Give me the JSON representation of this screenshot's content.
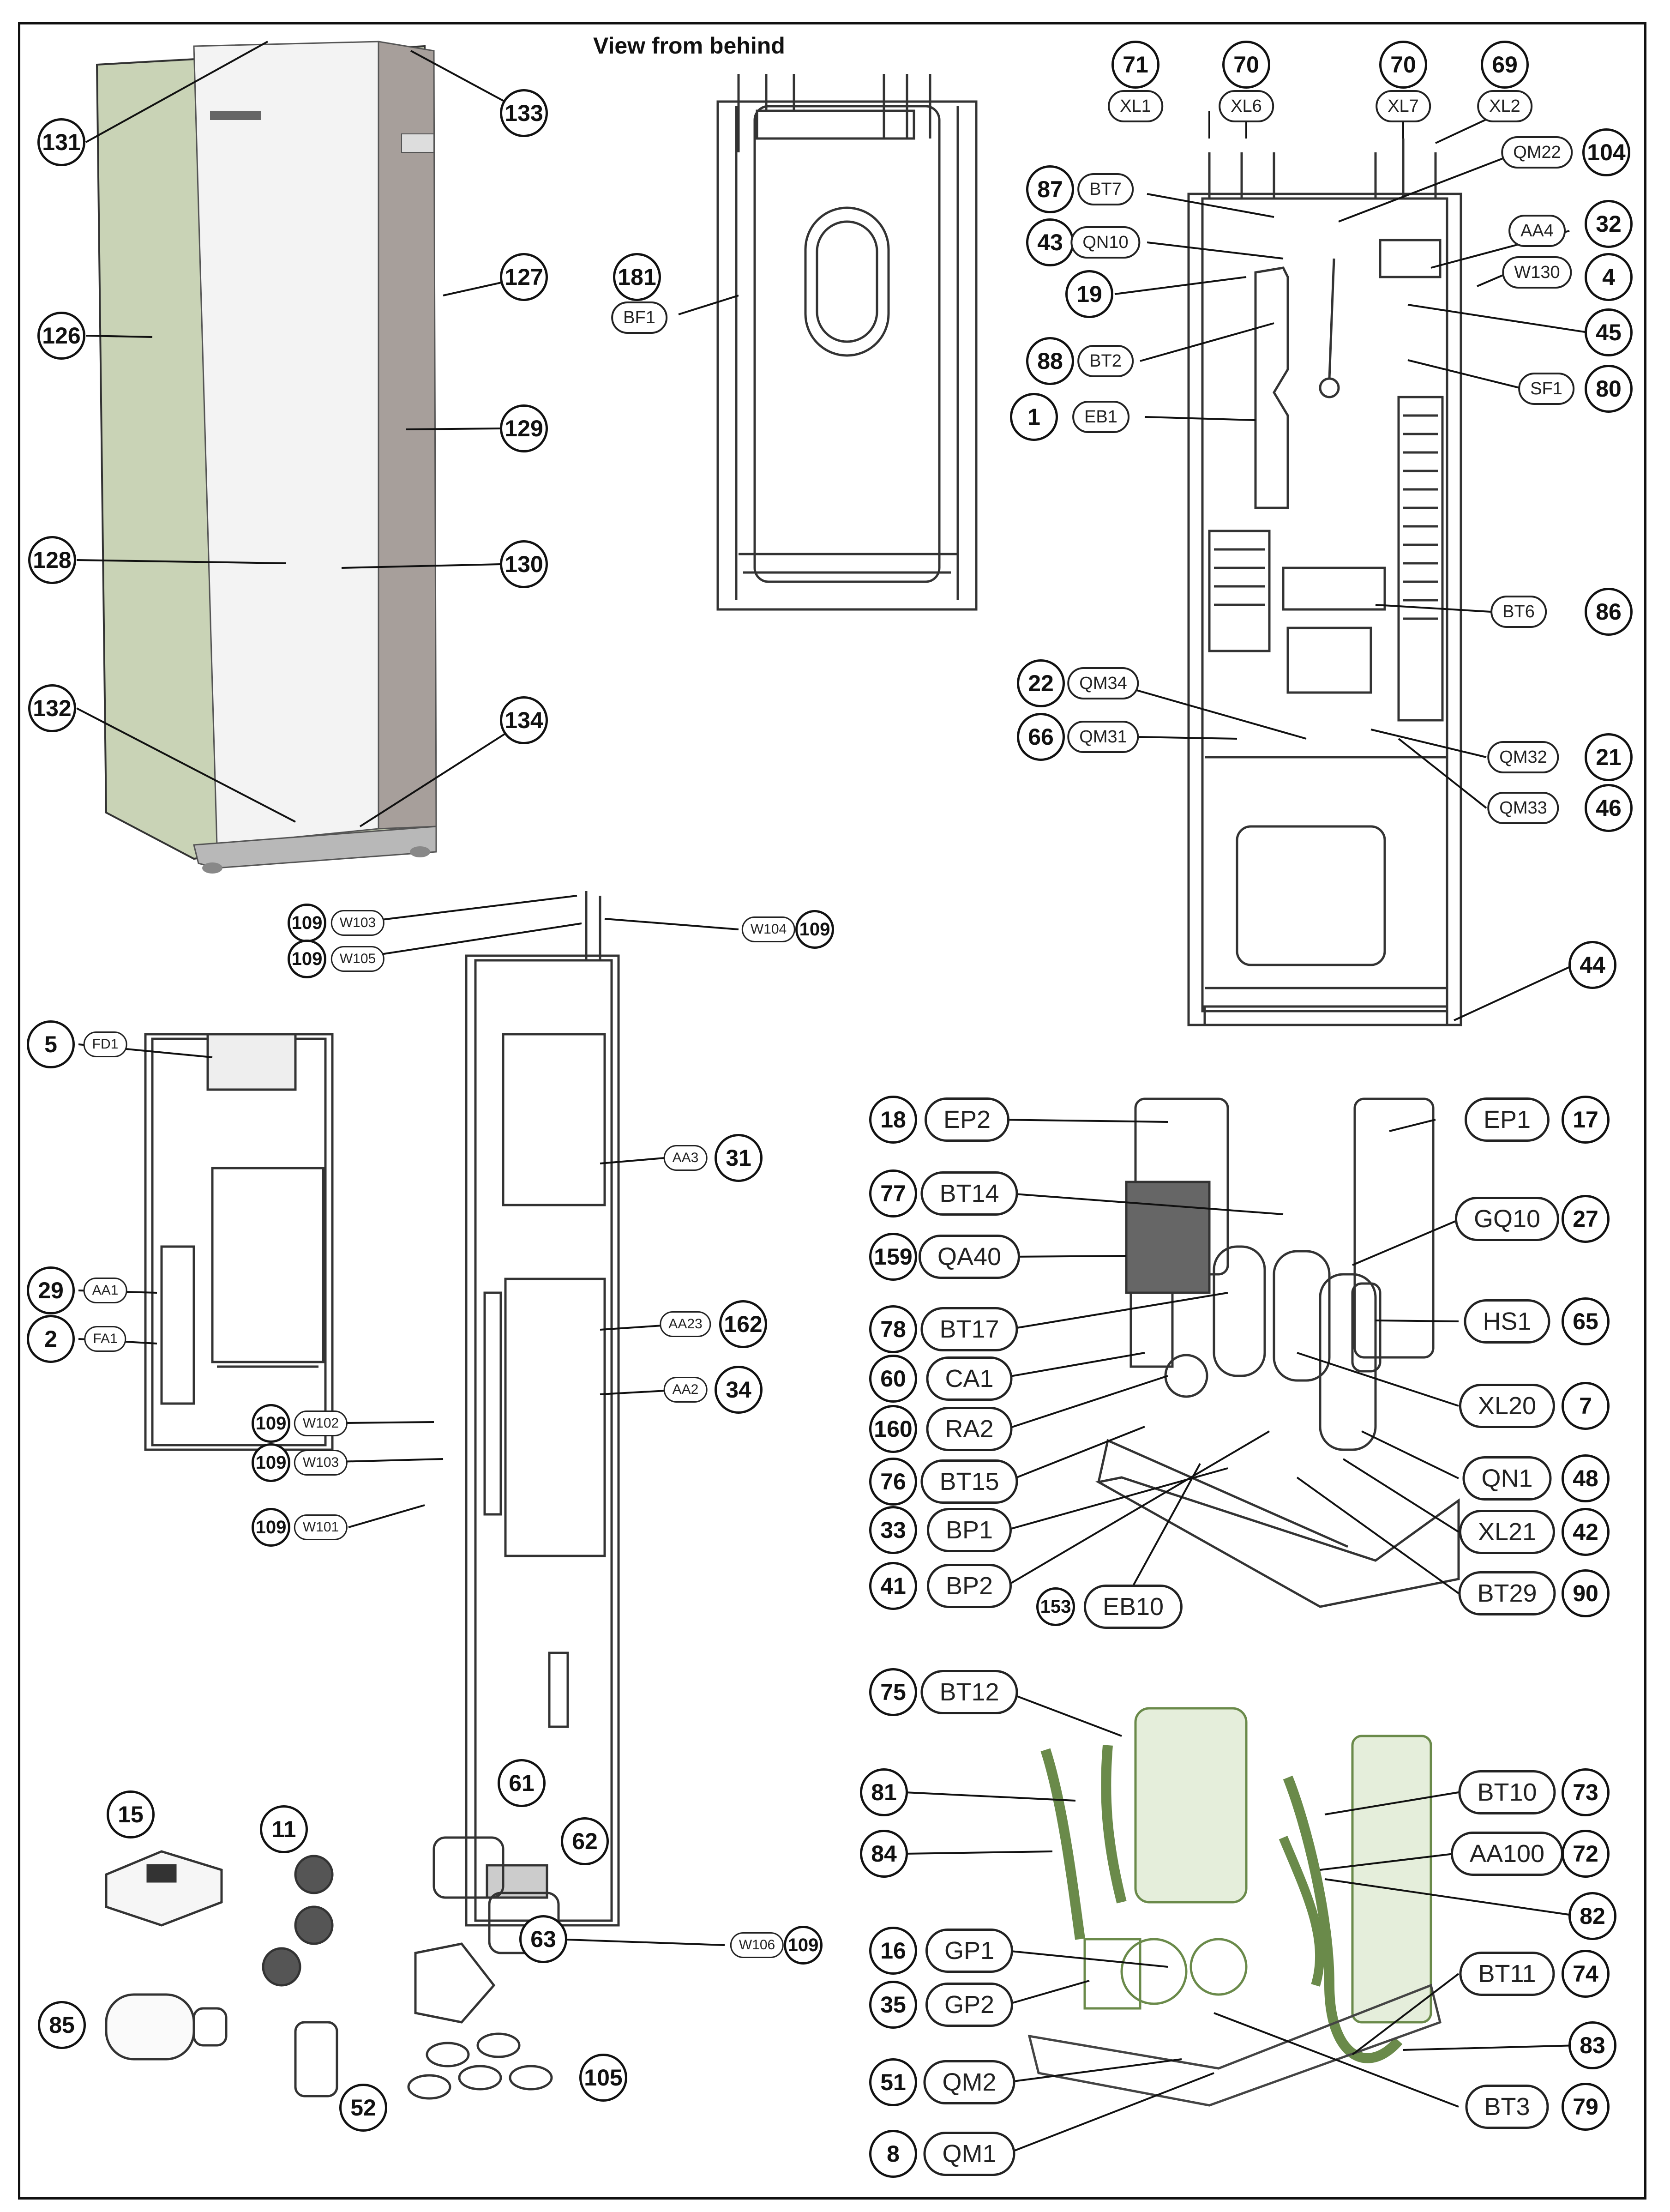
{
  "title": "View from behind",
  "numbers": [
    "131",
    "133",
    "127",
    "126",
    "129",
    "128",
    "130",
    "132",
    "134",
    "181",
    "71",
    "70",
    "70b",
    "69",
    "87",
    "104",
    "43",
    "32",
    "4",
    "19",
    "45",
    "88",
    "80",
    "1",
    "86",
    "22",
    "66",
    "21",
    "46",
    "44",
    "5",
    "29",
    "2",
    "31",
    "162",
    "34",
    "109a",
    "109b",
    "109c",
    "109d",
    "109e",
    "109f",
    "109g",
    "18",
    "17",
    "77",
    "27",
    "159",
    "78",
    "65",
    "60",
    "7",
    "160",
    "48",
    "76",
    "42",
    "33",
    "90",
    "41",
    "153",
    "75",
    "81",
    "73",
    "84",
    "72",
    "82",
    "16",
    "74",
    "35",
    "83",
    "51",
    "79",
    "8",
    "15",
    "11",
    "61",
    "62",
    "63",
    "85",
    "52",
    "105"
  ],
  "numberText": {
    "131": "131",
    "133": "133",
    "127": "127",
    "126": "126",
    "129": "129",
    "128": "128",
    "130": "130",
    "132": "132",
    "134": "134",
    "181": "181",
    "71": "71",
    "70": "70",
    "70b": "70",
    "69": "69",
    "87": "87",
    "104": "104",
    "43": "43",
    "32": "32",
    "4": "4",
    "19": "19",
    "45": "45",
    "88": "88",
    "80": "80",
    "1": "1",
    "86": "86",
    "22": "22",
    "66": "66",
    "21": "21",
    "46": "46",
    "44": "44",
    "5": "5",
    "29": "29",
    "2": "2",
    "31": "31",
    "162": "162",
    "34": "34",
    "109a": "109",
    "109b": "109",
    "109c": "109",
    "109d": "109",
    "109e": "109",
    "109f": "109",
    "109g": "109",
    "18": "18",
    "17": "17",
    "77": "77",
    "27": "27",
    "159": "159",
    "78": "78",
    "65": "65",
    "60": "60",
    "7": "7",
    "160": "160",
    "48": "48",
    "76": "76",
    "42": "42",
    "33": "33",
    "90": "90",
    "41": "41",
    "153": "153",
    "75": "75",
    "81": "81",
    "73": "73",
    "84": "84",
    "72": "72",
    "82": "82",
    "16": "16",
    "74": "74",
    "35": "35",
    "83": "83",
    "51": "51",
    "79": "79",
    "8": "8",
    "15": "15",
    "11": "11",
    "61": "61",
    "62": "62",
    "63": "63",
    "85": "85",
    "52": "52",
    "105": "105"
  },
  "codes": {
    "BF1": "BF1",
    "XL1": "XL1",
    "XL6": "XL6",
    "XL7": "XL7",
    "XL2": "XL2",
    "QM22": "QM22",
    "BT7": "BT7",
    "QN10": "QN10",
    "AA4": "AA4",
    "W130": "W130",
    "BT2": "BT2",
    "SF1": "SF1",
    "EB1": "EB1",
    "BT6": "BT6",
    "QM34": "QM34",
    "QM31": "QM31",
    "QM32": "QM32",
    "QM33": "QM33",
    "FD1": "FD1",
    "AA1": "AA1",
    "FA1": "FA1",
    "AA3": "AA3",
    "AA23": "AA23",
    "AA2": "AA2",
    "W103a": "W103",
    "W105": "W105",
    "W104": "W104",
    "W102": "W102",
    "W103b": "W103",
    "W101": "W101",
    "W106": "W106",
    "EP2": "EP2",
    "EP1": "EP1",
    "BT14": "BT14",
    "GQ10": "GQ10",
    "QA40": "QA40",
    "BT17": "BT17",
    "HS1": "HS1",
    "CA1": "CA1",
    "XL20": "XL20",
    "RA2": "RA2",
    "QN1": "QN1",
    "BT15": "BT15",
    "XL21": "XL21",
    "BP1": "BP1",
    "BT29": "BT29",
    "BP2": "BP2",
    "EB10": "EB10",
    "BT12": "BT12",
    "BT10": "BT10",
    "AA100": "AA100",
    "GP1": "GP1",
    "BT11": "BT11",
    "GP2": "GP2",
    "QM2": "QM2",
    "BT3": "BT3",
    "QM1": "QM1"
  },
  "colors": {
    "frame": "#111111",
    "cabinet": "#c9d3b6",
    "cabinet_front": "#f2f2f2",
    "cabinet_side": "#a79f9b",
    "line": "#222222",
    "green_part": "#d6e5c2"
  }
}
